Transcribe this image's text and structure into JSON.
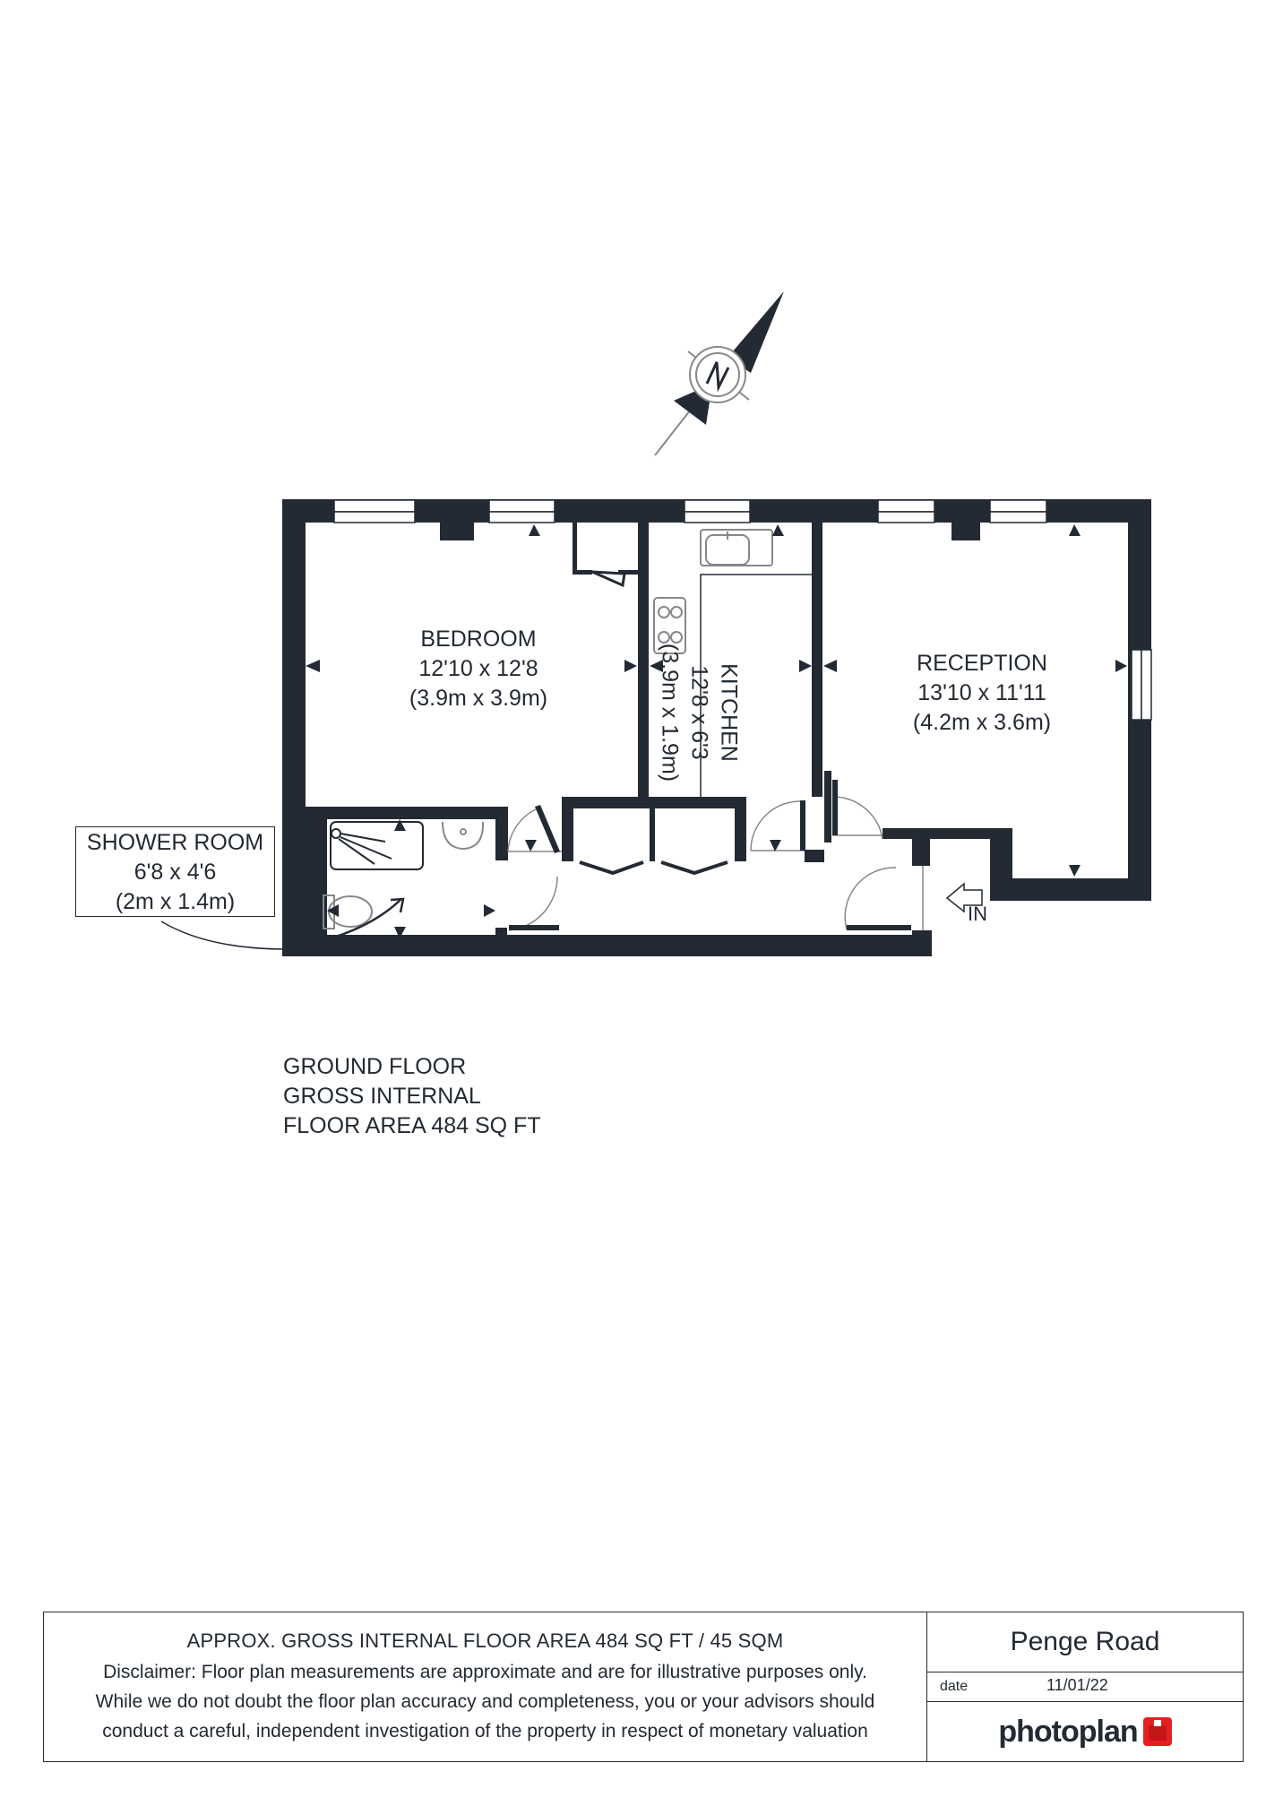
{
  "compass": {
    "label": "N"
  },
  "rooms": {
    "bedroom": {
      "name": "BEDROOM",
      "imperial": "12'10 x 12'8",
      "metric": "(3.9m x 3.9m)"
    },
    "kitchen": {
      "name": "KITCHEN",
      "imperial": "12'8 x 6'3",
      "metric": "(3.9m x 1.9m)"
    },
    "reception": {
      "name": "RECEPTION",
      "imperial": "13'10 x 11'11",
      "metric": "(4.2m x 3.6m)"
    },
    "shower_room": {
      "name": "SHOWER ROOM",
      "imperial": "6'8 x 4'6",
      "metric": "(2m x 1.4m)"
    }
  },
  "entrance": {
    "label": "IN"
  },
  "floor_summary": {
    "line1": "GROUND FLOOR",
    "line2": "GROSS INTERNAL",
    "line3": "FLOOR AREA 484 SQ FT"
  },
  "footer": {
    "area": "APPROX. GROSS INTERNAL FLOOR AREA 484 SQ FT / 45 SQM",
    "disclaimer_lines": [
      "Disclaimer: Floor plan measurements are approximate and are for illustrative purposes only.",
      "While we do not doubt the floor plan accuracy and completeness, you or your advisors should",
      "conduct a careful, independent investigation of the property in respect of monetary valuation"
    ],
    "address": "Penge Road",
    "date_label": "date",
    "date_value": "11/01/22",
    "brand": "photoplan",
    "brand_color": "#e41f22"
  },
  "colors": {
    "wall": "#232a33",
    "fixture": "#888888"
  }
}
